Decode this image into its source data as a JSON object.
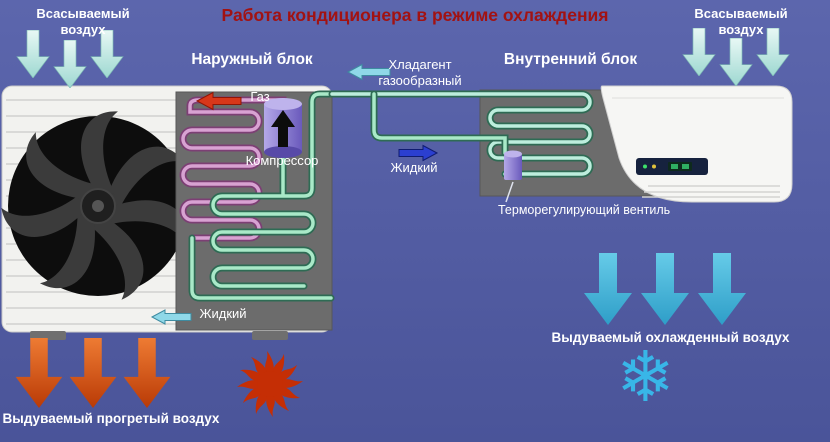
{
  "title": "Работа кондиционера в режиме охлаждения",
  "airflow": {
    "intake_left": "Всасываемый воздух",
    "intake_right": "Всасываемый воздух",
    "outflow_hot": "Выдуваемый прогретый воздух",
    "outflow_cold": "Выдуваемый охлажденный воздух"
  },
  "units": {
    "outdoor": {
      "title": "Наружный блок",
      "gas": "Газ",
      "compressor": "Компрессор",
      "liquid": "Жидкий"
    },
    "indoor": {
      "title": "Внутренний блок",
      "valve": "Терморегулирующий вентиль"
    }
  },
  "refrigerant": {
    "gas_line": "Хладагент газообразный",
    "liquid_line": "Жидкий"
  },
  "icons": {
    "sun_glyph": "☀",
    "snowflake_glyph": "❄"
  },
  "colors": {
    "background_top": "#5c66ad",
    "background_bottom": "#4a5499",
    "title": "#a21212",
    "intake_arrow": "#bfe9e6",
    "cold_arrow": "#3fb3d6",
    "hot_arrow": "#d9541c",
    "pipe_green": "#a9e9c8",
    "coil_condenser_pink": "#d8a2d2",
    "compressor_purple": "#8d7fd0",
    "panel_gray": "#6c6c6c",
    "unit_body_white": "#f4f4f2",
    "sun": "#c52e05",
    "snowflake": "#38b6e8",
    "gas_arrow_red": "#d8371a",
    "liquid_arrow_blue": "#2b3fd0"
  }
}
